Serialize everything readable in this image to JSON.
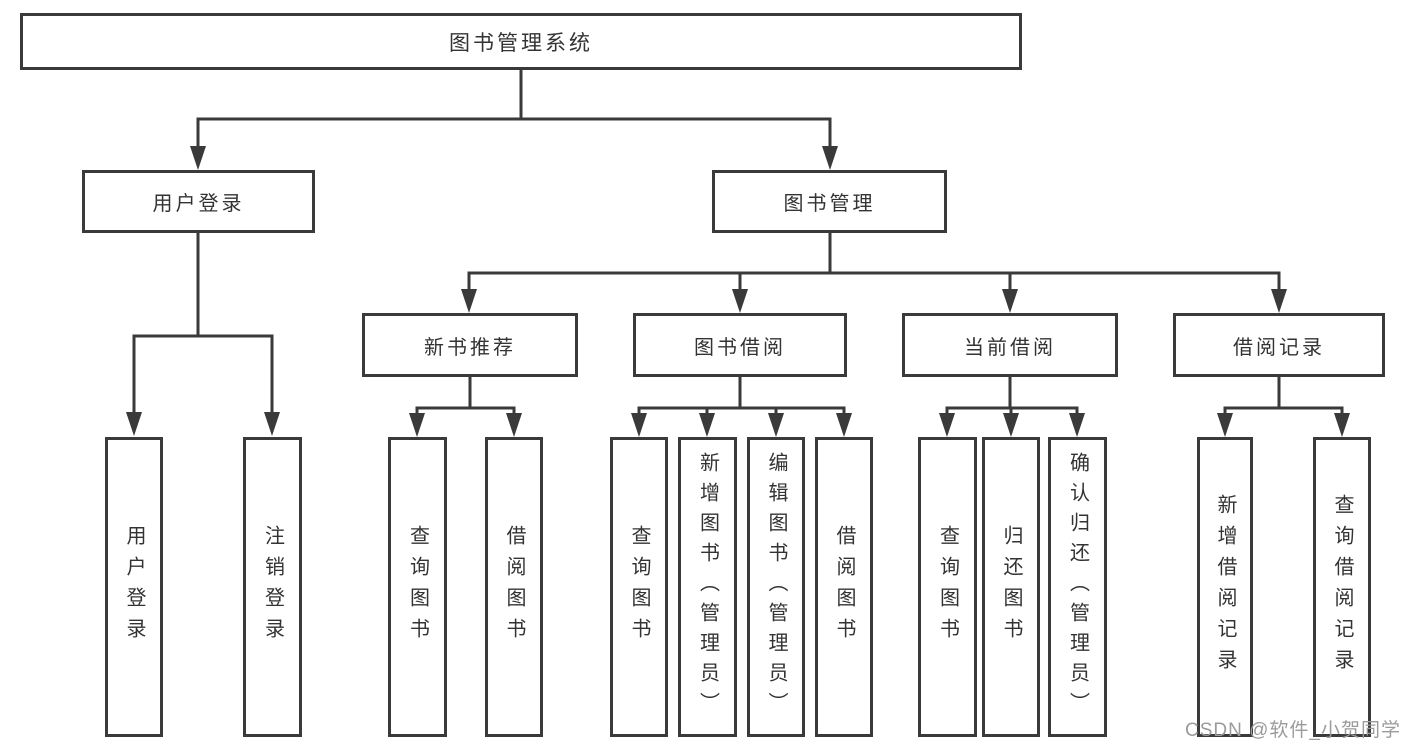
{
  "tree": {
    "root": {
      "label": "图书管理系统"
    },
    "branches": [
      {
        "label": "用户登录",
        "children": [
          {
            "label": "用户登录"
          },
          {
            "label": "注销登录"
          }
        ]
      },
      {
        "label": "图书管理",
        "children": [
          {
            "label": "新书推荐",
            "children": [
              {
                "label": "查询图书"
              },
              {
                "label": "借阅图书"
              }
            ]
          },
          {
            "label": "图书借阅",
            "children": [
              {
                "label": "查询图书"
              },
              {
                "label": "新增图书（管理员）"
              },
              {
                "label": "编辑图书（管理员）"
              },
              {
                "label": "借阅图书"
              }
            ]
          },
          {
            "label": "当前借阅",
            "children": [
              {
                "label": "查询图书"
              },
              {
                "label": "归还图书"
              },
              {
                "label": "确认归还（管理员）"
              }
            ]
          },
          {
            "label": "借阅记录",
            "children": [
              {
                "label": "新增借阅记录"
              },
              {
                "label": "查询借阅记录"
              }
            ]
          }
        ]
      }
    ]
  },
  "watermark": "CSDN @软件_小贺同学",
  "colors": {
    "line": "#3a3a3a",
    "text": "#333333",
    "watermark": "#9b9b9b",
    "background": "#ffffff"
  }
}
